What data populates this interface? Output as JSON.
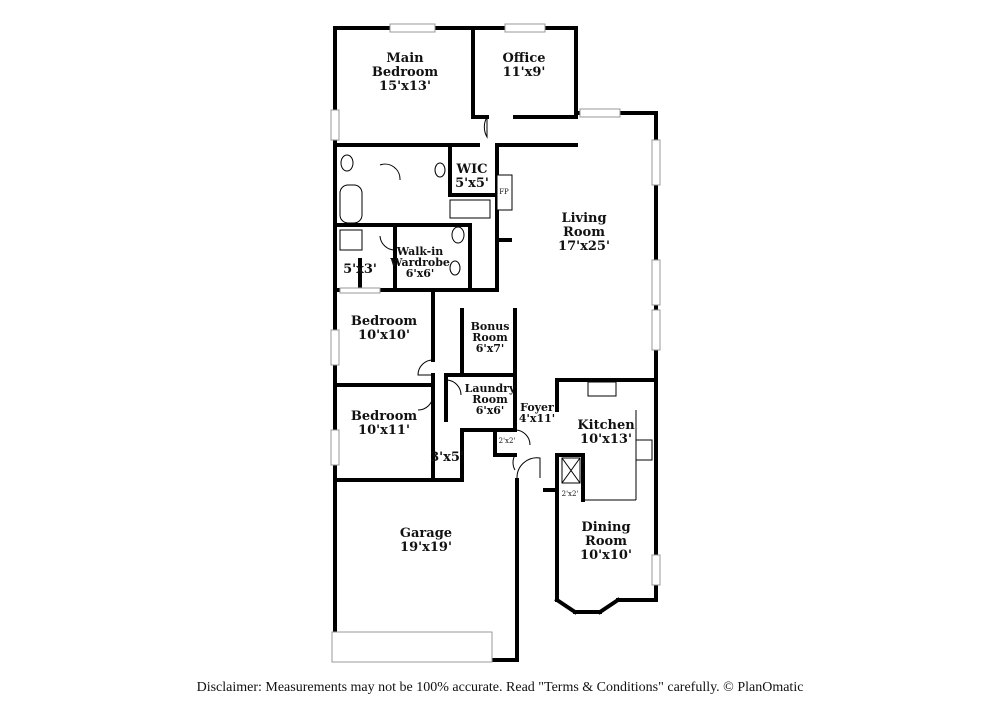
{
  "rooms": {
    "main_bedroom": {
      "name1": "Main",
      "name2": "Bedroom",
      "dims": "15'x13'"
    },
    "office": {
      "name": "Office",
      "dims": "11'x9'"
    },
    "wic": {
      "name": "WIC",
      "dims": "5'x5'"
    },
    "fp": "FP",
    "living": {
      "name1": "Living",
      "name2": "Room",
      "dims": "17'x25'"
    },
    "walkin": {
      "name1": "Walk-in",
      "name2": "Wardrobe",
      "dims": "6'x6'"
    },
    "closet_small": {
      "dims": "5'x3'"
    },
    "bedroom1": {
      "name": "Bedroom",
      "dims": "10'x10'"
    },
    "bonus": {
      "name1": "Bonus",
      "name2": "Room",
      "dims": "6'x7'"
    },
    "laundry": {
      "name1": "Laundry",
      "name2": "Room",
      "dims": "6'x6'"
    },
    "foyer": {
      "name": "Foyer",
      "dims": "4'x11'"
    },
    "kitchen": {
      "name": "Kitchen",
      "dims": "10'x13'"
    },
    "bedroom2": {
      "name": "Bedroom",
      "dims": "10'x11'"
    },
    "closet_3x5": {
      "dims": "3'x5'"
    },
    "closet_2x2a": {
      "dims": "2'x2'"
    },
    "closet_2x2b": {
      "dims": "2'x2'"
    },
    "garage": {
      "name": "Garage",
      "dims": "19'x19'"
    },
    "dining": {
      "name1": "Dining",
      "name2": "Room",
      "dims": "10'x10'"
    }
  },
  "disclaimer": "Disclaimer: Measurements may not be 100% accurate. Read \"Terms & Conditions\" carefully. © PlanOmatic"
}
